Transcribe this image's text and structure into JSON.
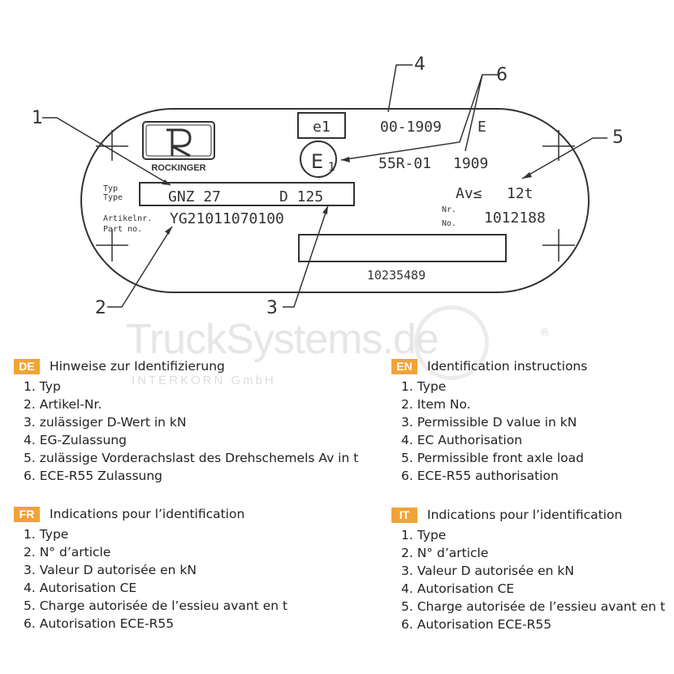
{
  "plate": {
    "brand": "ROCKINGER",
    "type_label_1": "Typ",
    "type_label_2": "Type",
    "type_value_model": "GNZ 27",
    "type_value_d": "D 125",
    "article_label_1": "Artikelnr.",
    "article_label_2": "Part no.",
    "article_value": "YG21011070100",
    "ec_mark": "e1",
    "ec_number": "00-1909",
    "ec_suffix": "E",
    "ece_mark_letter": "E",
    "ece_mark_number": "1",
    "ece_number": "55R-01",
    "ece_approval": "1909",
    "axle_label": "Av≤",
    "axle_value": "12t",
    "serial_label_1": "Nr.",
    "serial_label_2": "No.",
    "serial_value": "1012188",
    "bottom_number": "10235489"
  },
  "callouts": [
    "1",
    "2",
    "3",
    "4",
    "5",
    "6"
  ],
  "watermark": {
    "brand": "TruckSystems",
    "tld": ".de",
    "sub": "INTERKORN GmbH",
    "reg": "®"
  },
  "sections": [
    {
      "code": "DE",
      "title": "Hinweise zur Identifizierung",
      "items": [
        "1. Typ",
        "2. Artikel-Nr.",
        "3. zulässiger D-Wert in kN",
        "4. EG-Zulassung",
        "5. zulässige Vorderachslast des Drehschemels Av in t",
        "6. ECE-R55 Zulassung"
      ]
    },
    {
      "code": "EN",
      "title": "Identification instructions",
      "items": [
        "1. Type",
        "2. Item No.",
        "3. Permissible D value in kN",
        "4. EC Authorisation",
        "5. Permissible front axle load",
        "6. ECE-R55 authorisation"
      ]
    },
    {
      "code": "FR",
      "title": "Indications pour l’identification",
      "items": [
        "1. Type",
        "2. N° d’article",
        "3. Valeur D autorisée en kN",
        "4. Autorisation CE",
        "5. Charge autorisée de l’essieu avant en t",
        "6. Autorisation ECE-R55"
      ]
    },
    {
      "code": "IT",
      "title": "Indications pour l’identification",
      "items": [
        "1. Type",
        "2. N° d’article",
        "3. Valeur D autorisée en kN",
        "4. Autorisation CE",
        "5. Charge autorisée de l’essieu avant en t",
        "6. Autorisation ECE-R55"
      ]
    }
  ]
}
